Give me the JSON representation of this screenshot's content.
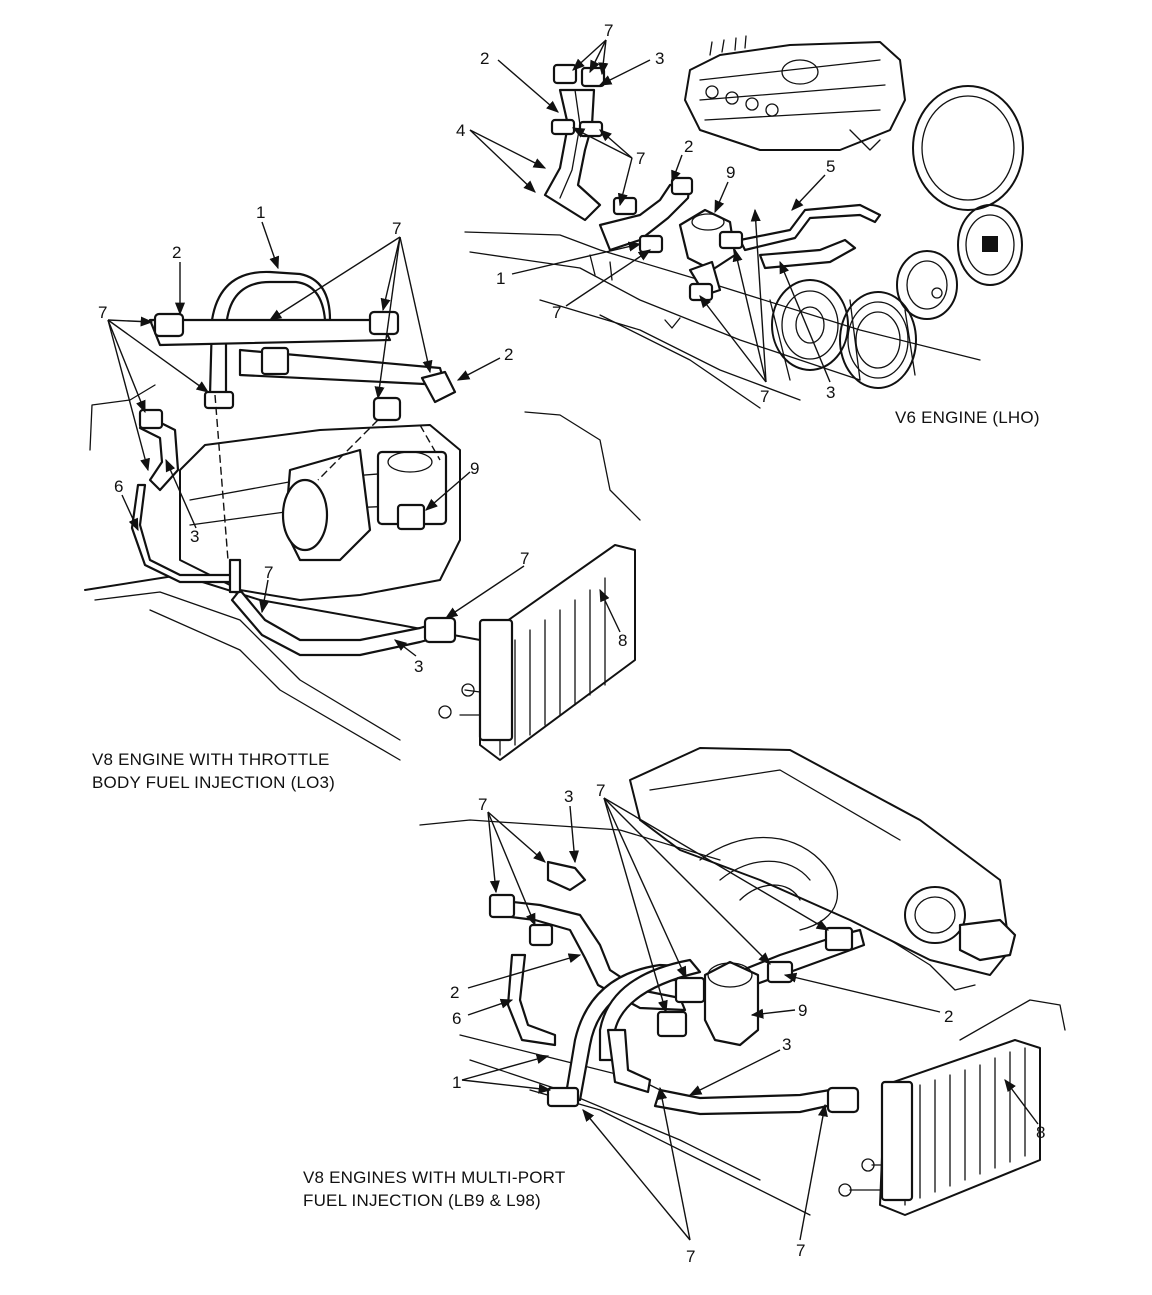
{
  "captions": {
    "v6": [
      "V6 ENGINE (LHO)"
    ],
    "v8_tbi": [
      "V8 ENGINE WITH THROTTLE",
      "BODY FUEL INJECTION (LO3)"
    ],
    "v8_mpfi": [
      "V8 ENGINES WITH MULTI-PORT",
      "FUEL INJECTION (LB9 & L98)"
    ]
  },
  "callouts": {
    "v6": {
      "c7_top": "7",
      "c2_top": "2",
      "c3_top": "3",
      "c4": "4",
      "c7_mid": "7",
      "c2_mid": "2",
      "c9": "9",
      "c5": "5",
      "c1": "1",
      "c7_left": "7",
      "c7_bottom": "7",
      "c3_bottom": "3"
    },
    "v8_tbi": {
      "c1": "1",
      "c2_left": "2",
      "c7_top": "7",
      "c7_left": "7",
      "c2_right": "2",
      "c9": "9",
      "c6": "6",
      "c3_left": "3",
      "c7_lower": "7",
      "c7_right": "7",
      "c3_bottom": "3",
      "c8": "8"
    },
    "v8_mpfi": {
      "c7_left": "7",
      "c3_top": "3",
      "c7_top": "7",
      "c2_left": "2",
      "c6": "6",
      "c9": "9",
      "c2_right": "2",
      "c3_mid": "3",
      "c1": "1",
      "c8": "8",
      "c7_bottom_left": "7",
      "c7_bottom_right": "7"
    }
  }
}
